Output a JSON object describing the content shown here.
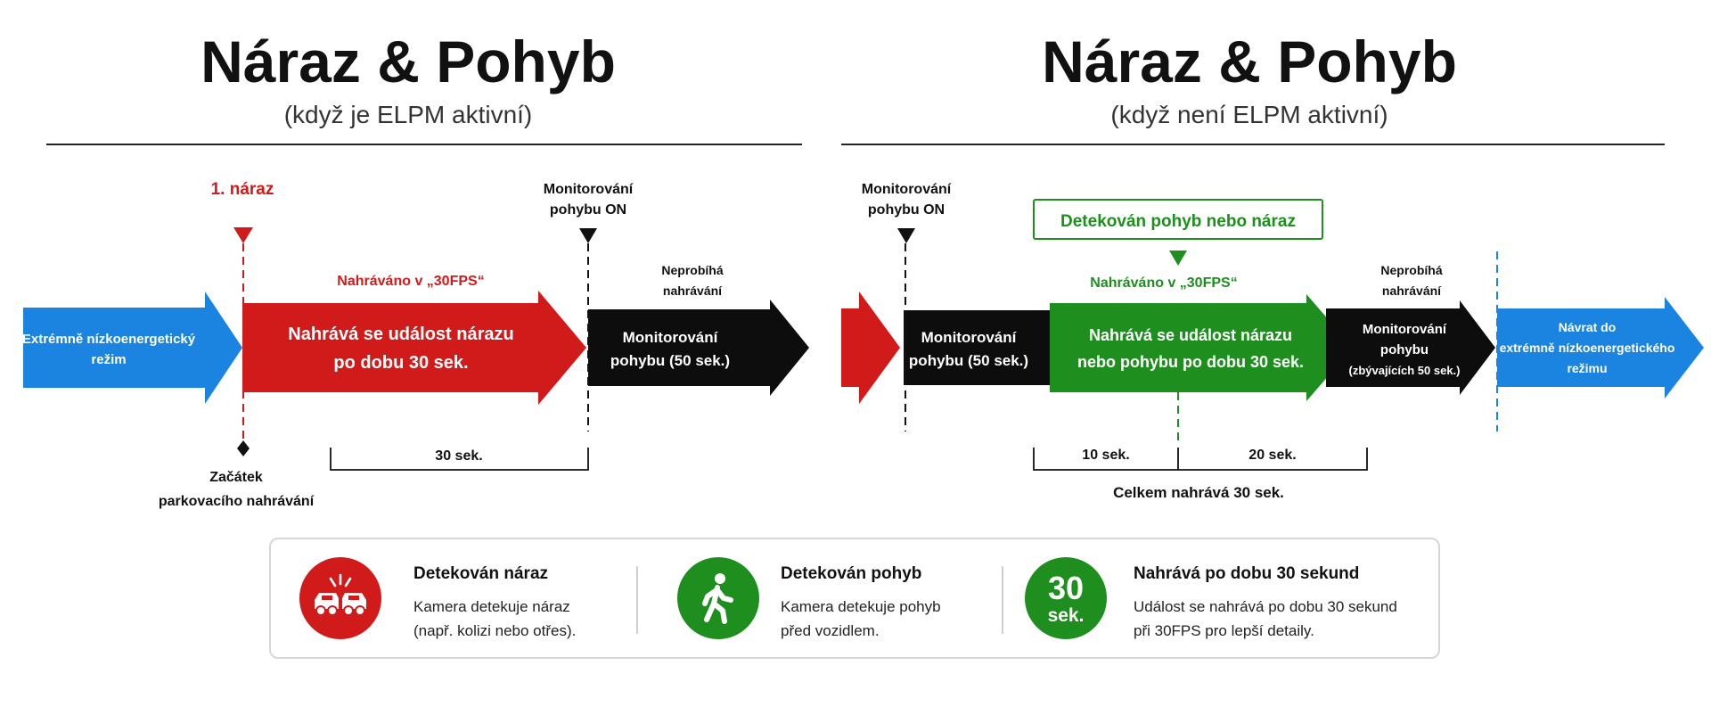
{
  "left": {
    "title": "Náraz & Pohyb",
    "subtitle": "(když je ELPM aktivní)",
    "impact_label": "1. náraz",
    "monitoring_on": [
      "Monitorování",
      "pohybu ON"
    ],
    "stage_extreme": [
      "Extrémně nízkoenergetický",
      "režim"
    ],
    "recorded_at": "Nahráváno v „30FPS“",
    "stage_impact": [
      "Nahrává se událost nárazu",
      "po dobu 30 sek."
    ],
    "not_recording": [
      "Neprobíhá",
      "nahrávání"
    ],
    "stage_monitoring": [
      "Monitorování",
      "pohybu (50 sek.)"
    ],
    "duration": "30 sek.",
    "start_label": [
      "Začátek",
      "parkovacího nahrávání"
    ]
  },
  "right": {
    "title": "Náraz & Pohyb",
    "subtitle": "(když není ELPM aktivní)",
    "monitoring_on": [
      "Monitorování",
      "pohybu ON"
    ],
    "detected_box": "Detekován pohyb nebo náraz",
    "recorded_at": "Nahráváno v „30FPS“",
    "stage_monitoring": [
      "Monitorování",
      "pohybu (50 sek.)"
    ],
    "stage_event": [
      "Nahrává se událost nárazu",
      "nebo pohybu po dobu 30 sek."
    ],
    "not_recording": [
      "Neprobíhá",
      "nahrávání"
    ],
    "stage_remaining": [
      "Monitorování",
      "pohybu",
      "(zbývajících 50 sek.)"
    ],
    "stage_return": [
      "Návrat do",
      "extrémně nízkoenergetického",
      "režimu"
    ],
    "pre_duration": "10 sek.",
    "post_duration": "20 sek.",
    "total": "Celkem nahrává 30 sek."
  },
  "legend": {
    "impact": {
      "icon": "car-crash-icon",
      "title": "Detekován náraz",
      "desc": [
        "Kamera detekuje náraz",
        "(např. kolizi nebo otřes)."
      ]
    },
    "motion": {
      "icon": "walking-person-icon",
      "title": "Detekován pohyb",
      "desc": [
        "Kamera detekuje pohyb",
        "před vozidlem."
      ]
    },
    "record": {
      "badge": [
        "30",
        "sek."
      ],
      "title": "Nahrává po dobu 30 sekund",
      "desc": [
        "Událost se nahrává po dobu 30 sekund",
        "při 30FPS pro lepší detaily."
      ]
    }
  },
  "colors": {
    "blue": "#1a84e0",
    "red": "#d11a1a",
    "black": "#0d0d0d",
    "green": "#1e8f1e"
  }
}
